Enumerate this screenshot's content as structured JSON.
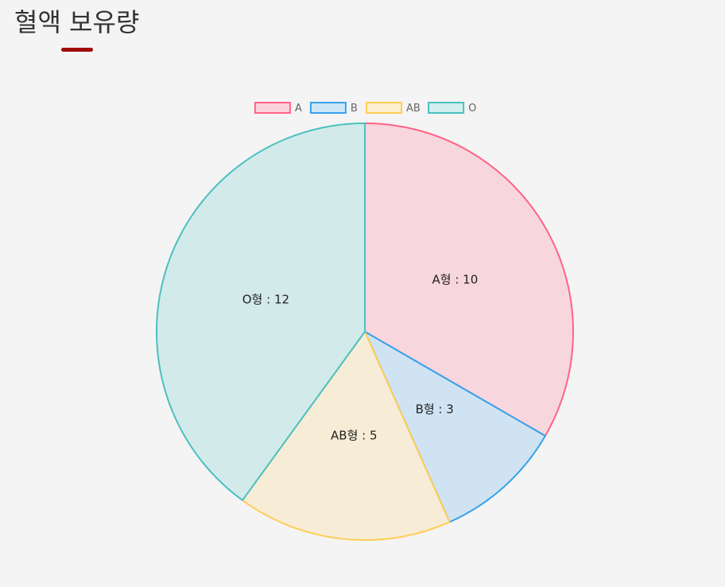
{
  "page": {
    "title": "혈액 보유량",
    "accent_color": "#a00a0a"
  },
  "chart_data": {
    "type": "pie",
    "title": "",
    "categories": [
      "A",
      "B",
      "AB",
      "O"
    ],
    "values": [
      10,
      3,
      5,
      12
    ],
    "slice_labels": [
      "A형 : 10",
      "B형 : 3",
      "AB형 : 5",
      "O형 : 12"
    ],
    "legend_position": "top",
    "start_angle": "top",
    "direction": "clockwise",
    "fill_colors": [
      "#f7d6de",
      "#cfe3f2",
      "#f7ecd6",
      "#d3eaea"
    ],
    "stroke_colors": [
      "#ff6384",
      "#36a2eb",
      "#ffcd56",
      "#4bc0c0"
    ],
    "legend_fill_colors": [
      "#fbd1dc",
      "#cce6f7",
      "#fdf0cf",
      "#d2eeee"
    ]
  }
}
